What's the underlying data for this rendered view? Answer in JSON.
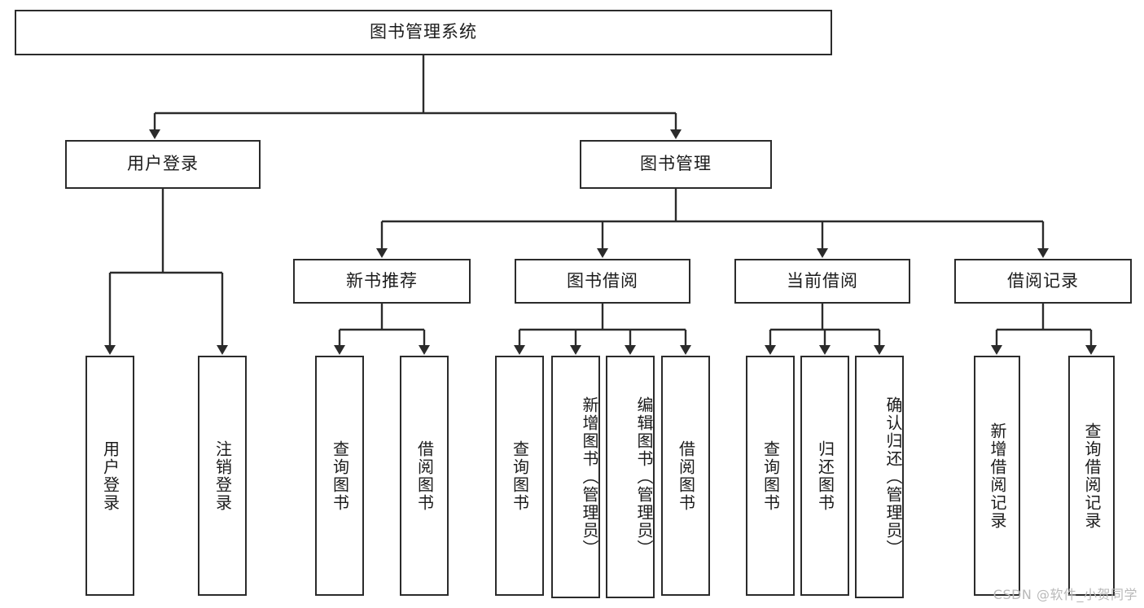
{
  "diagram": {
    "title": "图书管理系统",
    "type": "tree-hierarchy-chart",
    "watermark": "CSDN @软件_小贺同学",
    "colors": {
      "stroke": "#2b2b2b",
      "fill": "#ffffff",
      "text": "#1b1b1b",
      "watermark": "#b9b9b9"
    },
    "nodes": {
      "root": "图书管理系统",
      "level1": {
        "user_login": "用户登录",
        "book_manage": "图书管理"
      },
      "level2": {
        "new_book_recommend": "新书推荐",
        "book_borrow": "图书借阅",
        "current_borrow": "当前借阅",
        "borrow_record": "借阅记录"
      },
      "leaves": {
        "login_1": "用户登录",
        "login_2": "注销登录",
        "recommend_1": "查询图书",
        "recommend_2": "借阅图书",
        "borrow_1": "查询图书",
        "borrow_2": "新增图书（管理员）",
        "borrow_3": "编辑图书（管理员）",
        "borrow_4": "借阅图书",
        "current_1": "查询图书",
        "current_2": "归还图书",
        "current_3": "确认归还（管理员）",
        "record_1": "新增借阅记录",
        "record_2": "查询借阅记录"
      }
    }
  }
}
